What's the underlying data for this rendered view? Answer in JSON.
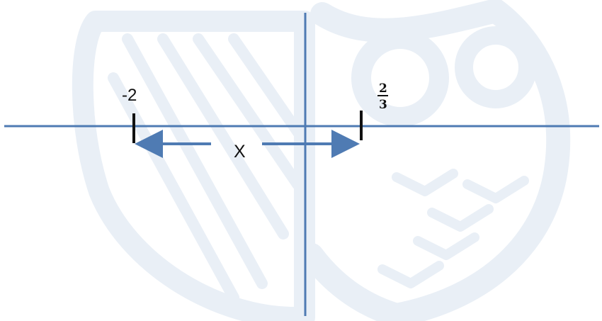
{
  "diagram": {
    "left_mark_label": "-2",
    "right_mark_numerator": "2",
    "right_mark_denominator": "3",
    "distance_label": "X",
    "colors": {
      "axis": "#4f7bb3",
      "arrow": "#4f7bb3",
      "tick": "#111111",
      "watermark": "#e9eff6",
      "text": "#111111"
    },
    "watermark_icon": "owl-logo-watermark"
  }
}
